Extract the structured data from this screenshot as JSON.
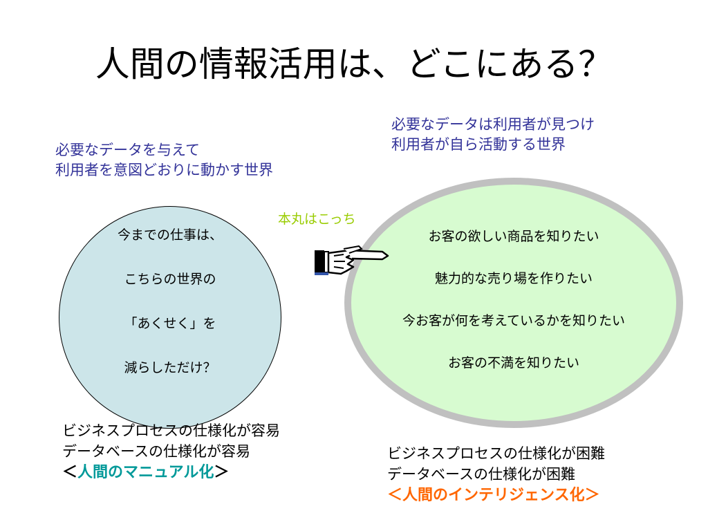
{
  "slide": {
    "title": "人間の情報活用は、どこにある？"
  },
  "left": {
    "caption": [
      "必要なデータを与えて",
      "利用者を意図どおりに動かす世界"
    ],
    "circle_lines": [
      "今までの仕事は、",
      "こちらの世界の",
      "「あくせく」を",
      "減らしただけ？"
    ],
    "bottom": {
      "lines": [
        "ビジネスプロセスの仕様化が容易",
        "データベースの仕様化が容易"
      ],
      "bracket_open": "＜",
      "highlight": "人間のマニュアル化",
      "bracket_close": "＞"
    }
  },
  "right": {
    "caption": [
      "必要なデータは利用者が見つけ",
      "利用者が自ら活動する世界"
    ],
    "ellipse_lines": [
      "お客の欲しい商品を知りたい",
      "魅力的な売り場を作りたい",
      "今お客が何を考えているかを知りたい",
      "お客の不満を知りたい"
    ],
    "bottom": {
      "lines": [
        "ビジネスプロセスの仕様化が困難",
        "データベースの仕様化が困難"
      ],
      "bracket_open": "＜",
      "highlight": "人間のインテリジェンス化",
      "bracket_close": "＞"
    }
  },
  "callout": {
    "label": "本丸はこっち",
    "icon": "pointing-hand-icon"
  },
  "colors": {
    "caption": "#333399",
    "callout": "#99cc00",
    "left_circle_fill": "#cce5e9",
    "right_ellipse_fill": "#d7fbd0",
    "right_ellipse_border": "#c0c0c0",
    "manual_highlight": "#009999",
    "intelligence_highlight": "#ff6600"
  }
}
